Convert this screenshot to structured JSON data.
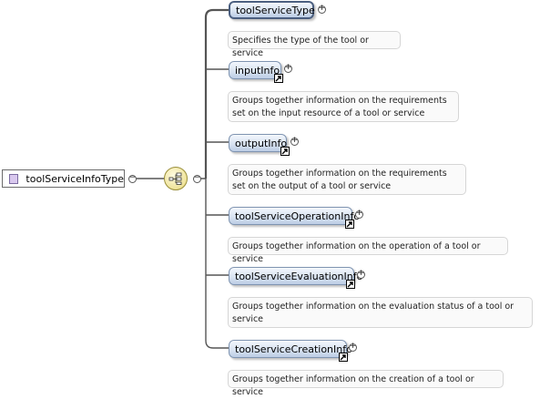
{
  "root": {
    "label": "toolServiceInfoType"
  },
  "elements": [
    {
      "label": "toolServiceType",
      "doc": "Specifies the type of the tool or service",
      "is_reference": false
    },
    {
      "label": "inputInfo",
      "doc": "Groups together information on the requirements set on the input resource of a tool or service",
      "is_reference": true
    },
    {
      "label": "outputInfo",
      "doc": "Groups together information on the requirements set on the output of a tool or service",
      "is_reference": true
    },
    {
      "label": "toolServiceOperationInfo",
      "doc": "Groups together information on the operation of a tool or service",
      "is_reference": true
    },
    {
      "label": "toolServiceEvaluationInfo",
      "doc": "Groups together information on the evaluation status of a tool or service",
      "is_reference": true
    },
    {
      "label": "toolServiceCreationInfo",
      "doc": "Groups together information on the creation of a tool or service",
      "is_reference": true
    }
  ],
  "toggles": {
    "collapse": "−",
    "expand": "+"
  },
  "colors": {
    "element_fill": "#d6e1f0",
    "compositor_fill": "#efe39a",
    "type_icon": "#d9c8ee"
  }
}
